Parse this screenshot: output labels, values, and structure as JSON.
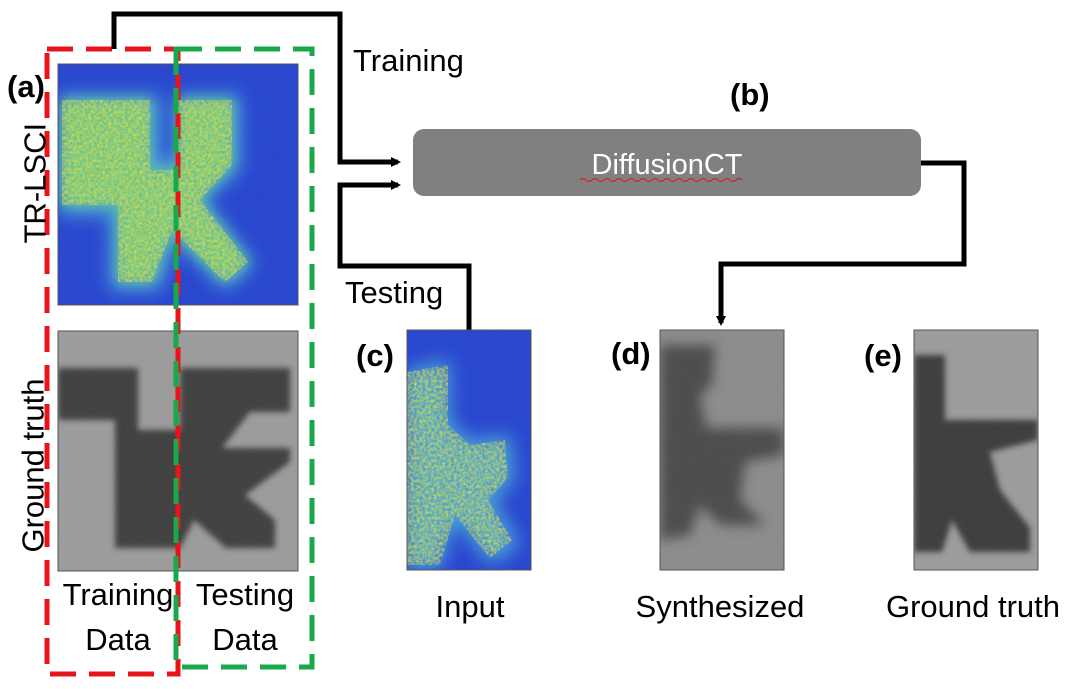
{
  "panel_labels": {
    "a": "(a)",
    "b": "(b)",
    "c": "(c)",
    "d": "(d)",
    "e": "(e)"
  },
  "row_labels": {
    "top": "TR-LSCI",
    "bottom": "Ground truth"
  },
  "column_labels": {
    "training_line1": "Training",
    "training_line2": "Data",
    "testing_line1": "Testing",
    "testing_line2": "Data"
  },
  "flow_labels": {
    "training": "Training",
    "testing": "Testing"
  },
  "model": {
    "name": "DiffusionCT"
  },
  "captions": {
    "input": "Input",
    "synthesized": "Synthesized",
    "ground_truth": "Ground truth"
  },
  "colors": {
    "training_box": "#e8141c",
    "testing_box": "#19a84a",
    "model_box": "#808080",
    "model_text": "#ffffff",
    "arrow": "#000000",
    "speckle_low": "#2a48d8",
    "speckle_high": "#e8e23a",
    "ct_dark": "#3a3a3a",
    "ct_light": "#9a9a9a"
  }
}
